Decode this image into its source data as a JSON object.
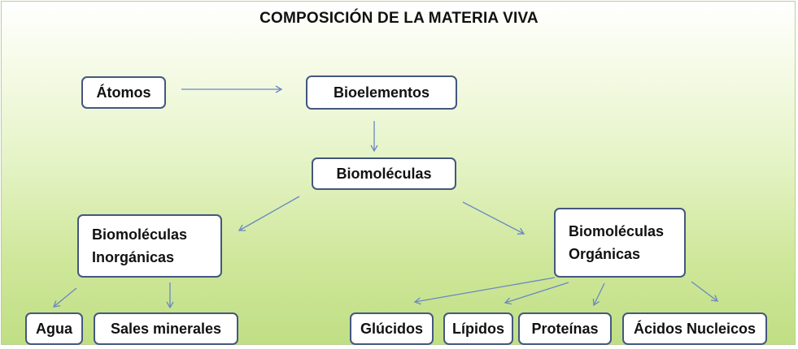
{
  "title": "COMPOSICIÓN DE LA MATERIA VIVA",
  "nodes": {
    "atomos": "Átomos",
    "bioelementos": "Bioelementos",
    "biomoleculas": "Biomoléculas",
    "inorganicas": [
      "Biomoléculas",
      "Inorgánicas"
    ],
    "organicas": [
      "Biomoléculas",
      "Orgánicas"
    ],
    "agua": "Agua",
    "sales": "Sales minerales",
    "glucidos": "Glúcidos",
    "lipidos": "Lípidos",
    "proteinas": "Proteínas",
    "acidos": "Ácidos Nucleicos"
  },
  "colors": {
    "border": "#44577f",
    "arrow": "#6a87c2"
  }
}
